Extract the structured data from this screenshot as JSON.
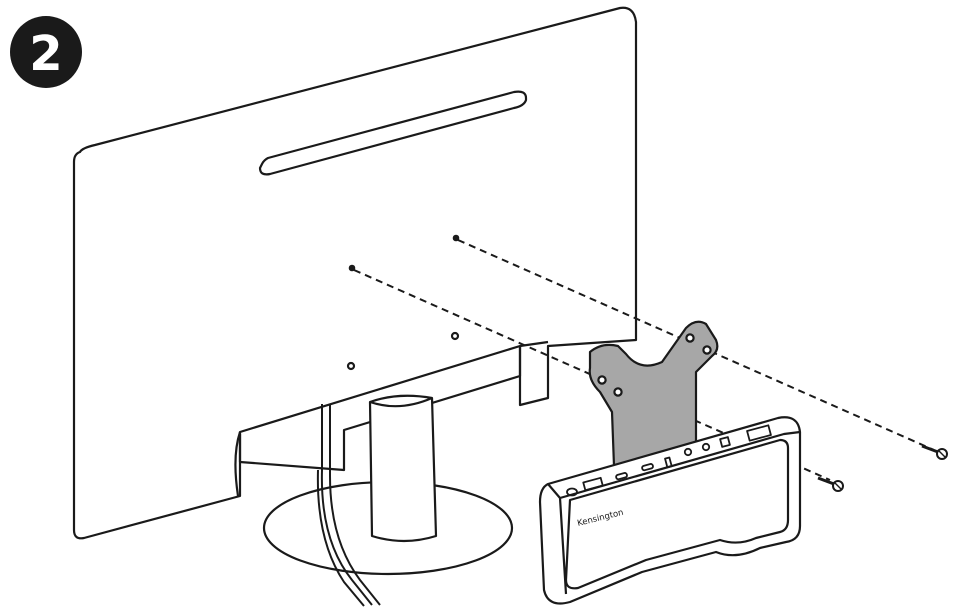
{
  "step": {
    "number": "2"
  },
  "dock": {
    "brand": "Kensington"
  },
  "colors": {
    "line": "#1a1a1a",
    "bracket_fill": "#a7a7a7",
    "step_badge_fill": "#1a1a1a",
    "step_badge_text": "#ffffff",
    "background": "#ffffff"
  },
  "parts": [
    {
      "name": "monitor",
      "icon": "monitor-back-outline"
    },
    {
      "name": "monitor-stand",
      "icon": "stand-outline"
    },
    {
      "name": "vesa-bracket",
      "icon": "bracket-plate"
    },
    {
      "name": "docking-station",
      "icon": "dock-outline"
    },
    {
      "name": "screw-upper",
      "icon": "screw-icon"
    },
    {
      "name": "screw-lower",
      "icon": "screw-icon"
    }
  ]
}
